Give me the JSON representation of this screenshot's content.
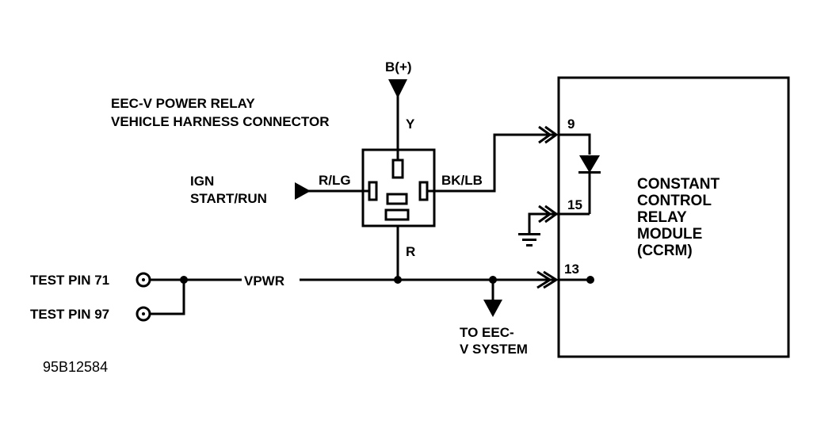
{
  "relay_connector": {
    "title_line1": "EEC-V POWER RELAY",
    "title_line2": "VEHICLE HARNESS CONNECTOR"
  },
  "supply": {
    "label": "B(+)",
    "wire": "Y"
  },
  "ign": {
    "line1": "IGN",
    "line2": "START/RUN",
    "wire": "R/LG"
  },
  "output_wire": "BK/LB",
  "relay_out_wire": "R",
  "vpwr": "VPWR",
  "test_pins": [
    "TEST PIN 71",
    "TEST PIN 97"
  ],
  "to_eec": {
    "line1": "TO EEC-",
    "line2": "V SYSTEM"
  },
  "module": {
    "line1": "CONSTANT",
    "line2": "CONTROL",
    "line3": "RELAY",
    "line4": "MODULE",
    "line5": "(CCRM)",
    "pins": [
      "9",
      "15",
      "13"
    ]
  },
  "figure_id": "95B12584"
}
